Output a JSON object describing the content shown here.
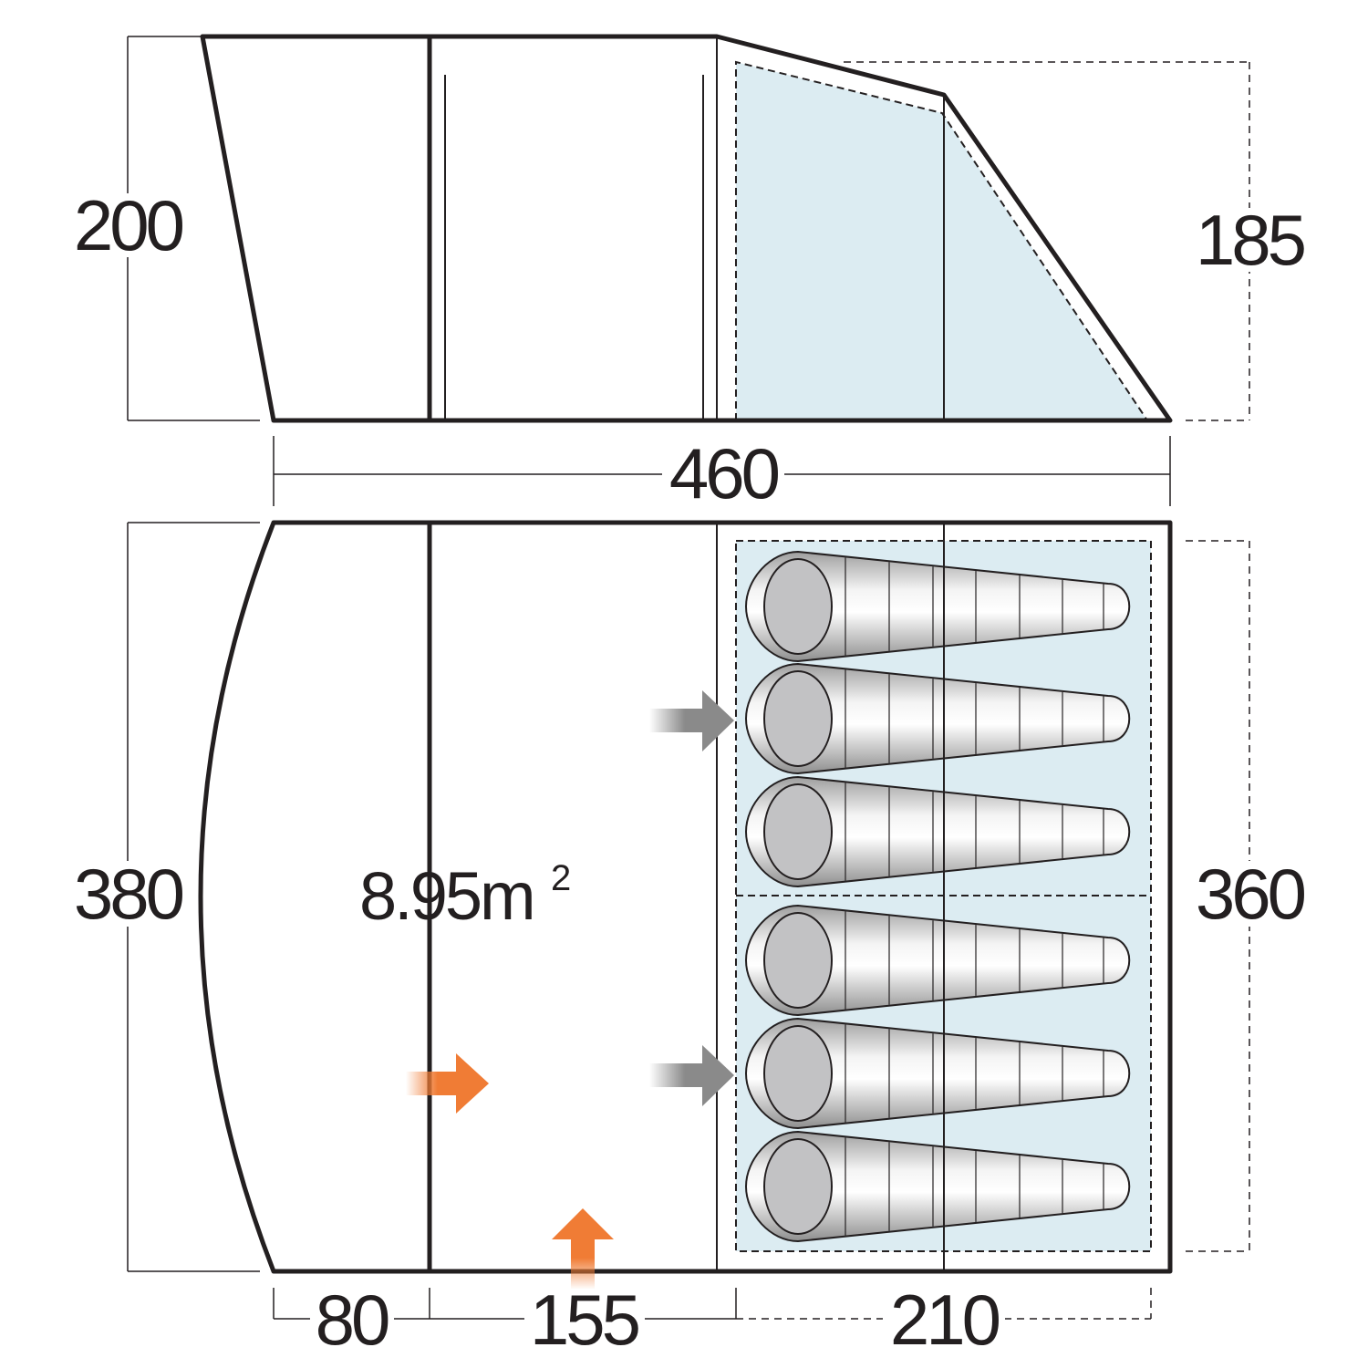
{
  "diagram": {
    "side_view": {
      "height_left": "200",
      "height_right": "185",
      "length": "460"
    },
    "floor_plan": {
      "depth_left": "380",
      "depth_right": "360",
      "area_value": "8.95m",
      "area_superscript": "2",
      "section_widths": [
        "80",
        "155",
        "210"
      ],
      "sleeping_berths": 6
    },
    "colors": {
      "outline": "#231f20",
      "bedroom_fill": "#dcecf2",
      "door_arrow": "#f07c35",
      "inner_door_arrow": "#8a8a8a",
      "sleeping_bag": "#d2d2d2"
    },
    "icons": [
      "door-arrow-icon",
      "inner-door-arrow-icon",
      "sleeping-bag-icon"
    ]
  }
}
